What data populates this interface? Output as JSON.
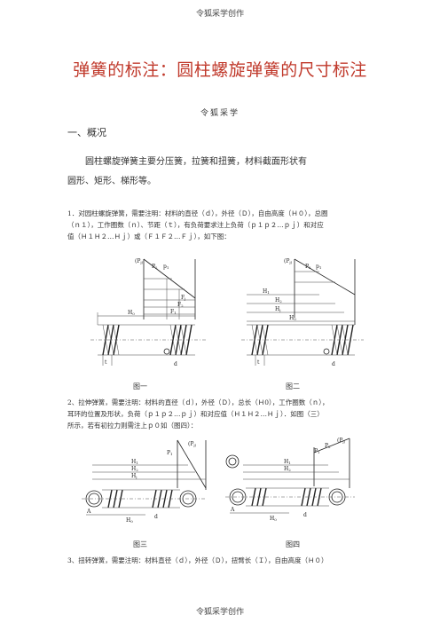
{
  "header": {
    "text": "令狐采学创作"
  },
  "footer": {
    "text": "令狐采学创作"
  },
  "title": "弹簧的标注：圆柱螺旋弹簧的尺寸标注",
  "author": "令狐采学",
  "section1": {
    "heading": "一、概况"
  },
  "intro": {
    "line1": "圆柱螺旋弹簧主要分压簧，拉簧和扭簧，材料截面形状有",
    "line2": "圆形、矩形、梯形等。"
  },
  "item1": {
    "line1": "1．对园柱螺旋弹簧，需要注明：材料的直径（ｄ），外径（Ｄ），自由高度（Ｈ０），总圈",
    "line2": "（ｎ１），工作圈数（ｎ）、节距（ｔ），有负荷要求注上负荷（ｐ１ｐ２…ｐｊ）和对应",
    "line3": "值（Ｈ１Ｈ２…Ｈｊ）或（Ｆ１Ｆ２…Ｆｊ），如下图："
  },
  "item2": {
    "line1": "2、拉伸弹簧，需要注明：材料的直径（ｄ），外径（Ｄ），总长（Ｈ0），工作圈数（ｎ），",
    "line2": "耳环的位置及形状，负荷（ｐ１ｐ２…ｐｊ）和对应值（Ｈ１Ｈ２…Ｈｊ）．如图（三）",
    "line3": "所示，若有初拉力则需注上ｐ０如（图四）："
  },
  "item3": {
    "line1": "3、扭转弹簧，需要注明：材料直径（ｄ），外径（Ｄ），扭臂长（Ｉ），自由高度（Ｈ０）"
  },
  "figures": {
    "fig1": {
      "caption": "图一",
      "labels": {
        "p_j": "(P",
        "p_j_sub": "j)",
        "p2": "P",
        "p2_sub": "2",
        "p1": "p",
        "p1_sub": "1",
        "fj": "F",
        "fj_sub": "j",
        "f2": "F",
        "f2_sub": "2",
        "f1": "F",
        "f1_sub": "1",
        "h0": "H",
        "h0_sub": "0",
        "t": "t",
        "d": "d"
      }
    },
    "fig2": {
      "caption": "图二",
      "labels": {
        "p_j": "(P",
        "p_j_sub": "j)",
        "p2": "P",
        "p2_sub": "2",
        "p1": "p",
        "p1_sub": "1",
        "h1": "H",
        "h1_sub": "1",
        "h2": "H",
        "h2_sub": "2",
        "hj": "H",
        "hj_sub": "j",
        "h0": "H",
        "h0_sub": "0",
        "t": "t",
        "d": "d"
      }
    },
    "fig3": {
      "caption": "图三",
      "labels": {
        "pj": "(P",
        "pj_sub": "j)",
        "p1": "P",
        "p1_sub": "1",
        "h1": "H",
        "h1_sub": "1",
        "h2": "H",
        "h2_sub": "2",
        "hj": "H",
        "hj_sub": "j",
        "h0": "H",
        "h0_sub": "0",
        "a": "A",
        "d": "d"
      }
    },
    "fig4": {
      "caption": "图四",
      "labels": {
        "pj": "(P",
        "pj_sub": "j)",
        "p2": "P",
        "p2_sub": "2",
        "p1": "P",
        "p1_sub": "1",
        "h1": "H",
        "h1_sub": "1",
        "h2": "H",
        "h2_sub": "2",
        "h0": "H",
        "h0_sub": "0",
        "a": "A",
        "d": "d"
      }
    }
  }
}
